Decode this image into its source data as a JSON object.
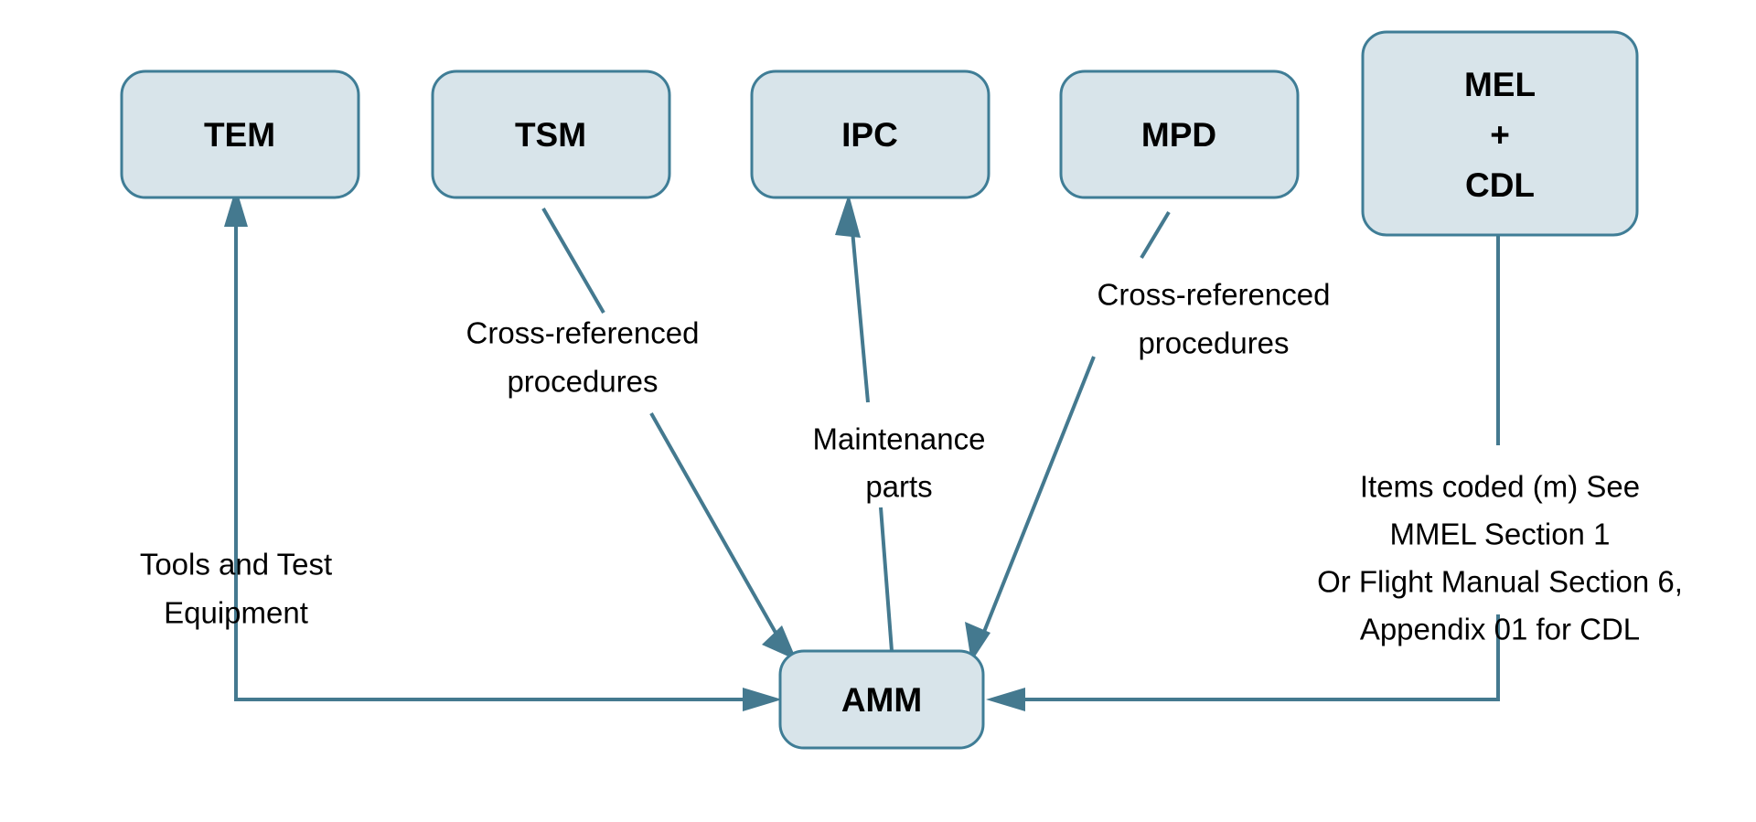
{
  "diagram": {
    "title": "AMM Cross-Reference Diagram",
    "background_color": "#ffffff",
    "node_fill": "#d8e4ea",
    "node_stroke": "#3f7d96",
    "connector_color": "#44798f",
    "text_color": "#000000",
    "nodes": [
      {
        "id": "tem",
        "label": "TEM"
      },
      {
        "id": "tsm",
        "label": "TSM"
      },
      {
        "id": "ipc",
        "label": "IPC"
      },
      {
        "id": "mpd",
        "label": "MPD"
      },
      {
        "id": "mel",
        "label_line1": "MEL",
        "label_line2": "+",
        "label_line3": "CDL"
      },
      {
        "id": "amm",
        "label": "AMM"
      }
    ],
    "edge_labels": {
      "tem_to_amm": {
        "line1": "Tools and Test",
        "line2": "Equipment"
      },
      "tsm_to_amm": {
        "line1": "Cross-referenced",
        "line2": "procedures"
      },
      "ipc_to_amm": {
        "line1": "Maintenance",
        "line2": "parts"
      },
      "mpd_to_amm": {
        "line1": "Cross-referenced",
        "line2": "procedures"
      },
      "mel_to_amm": {
        "line1": "Items coded (m) See",
        "line2": "MMEL Section 1",
        "line3": "Or Flight Manual Section 6,",
        "line4": "Appendix 01 for CDL"
      }
    }
  }
}
